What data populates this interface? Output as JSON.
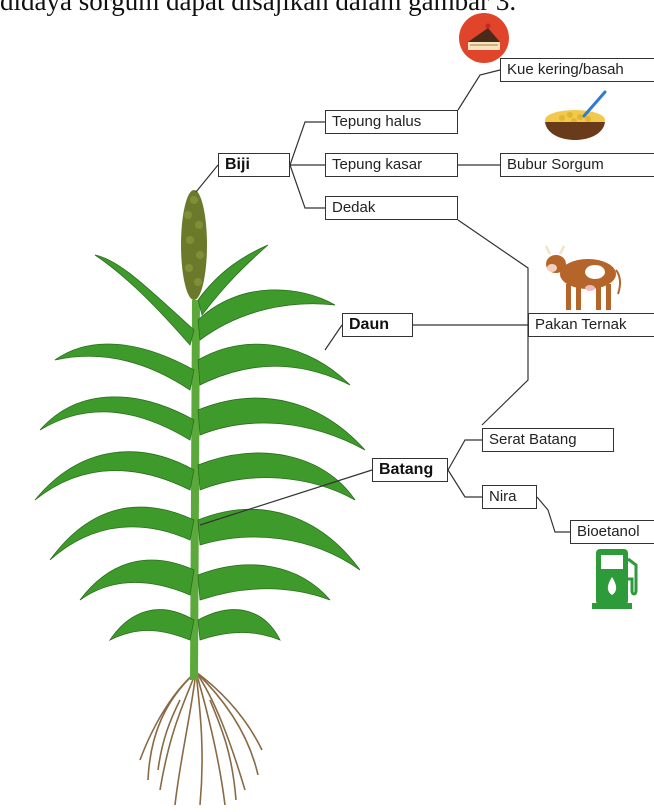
{
  "caption": "didaya sorgum dapat disajikan dalam gambar 3.",
  "nodes": {
    "biji": "Biji",
    "daun": "Daun",
    "batang": "Batang",
    "tepung_halus": "Tepung halus",
    "tepung_kasar": "Tepung kasar",
    "dedak": "Dedak",
    "kue": "Kue kering/basah",
    "bubur": "Bubur Sorgum",
    "pakan": "Pakan Ternak",
    "serat": "Serat Batang",
    "nira": "Nira",
    "bioetanol": "Bioetanol"
  },
  "colors": {
    "leaf": "#3f9a2c",
    "leaf_dark": "#2a6e1c",
    "stem": "#5aa93a",
    "panicle": "#6b7a2a",
    "roots": "#8a6a45",
    "cake_icon_bg": "#e0452b",
    "fuel_pump": "#2e9b3a",
    "cow": "#b5652a",
    "bowl": "#6a3b1a",
    "porridge": "#f2c94c"
  },
  "icons": [
    "cake-icon",
    "porridge-bowl-icon",
    "cow-icon",
    "fuel-pump-icon",
    "sorghum-plant-illustration"
  ]
}
